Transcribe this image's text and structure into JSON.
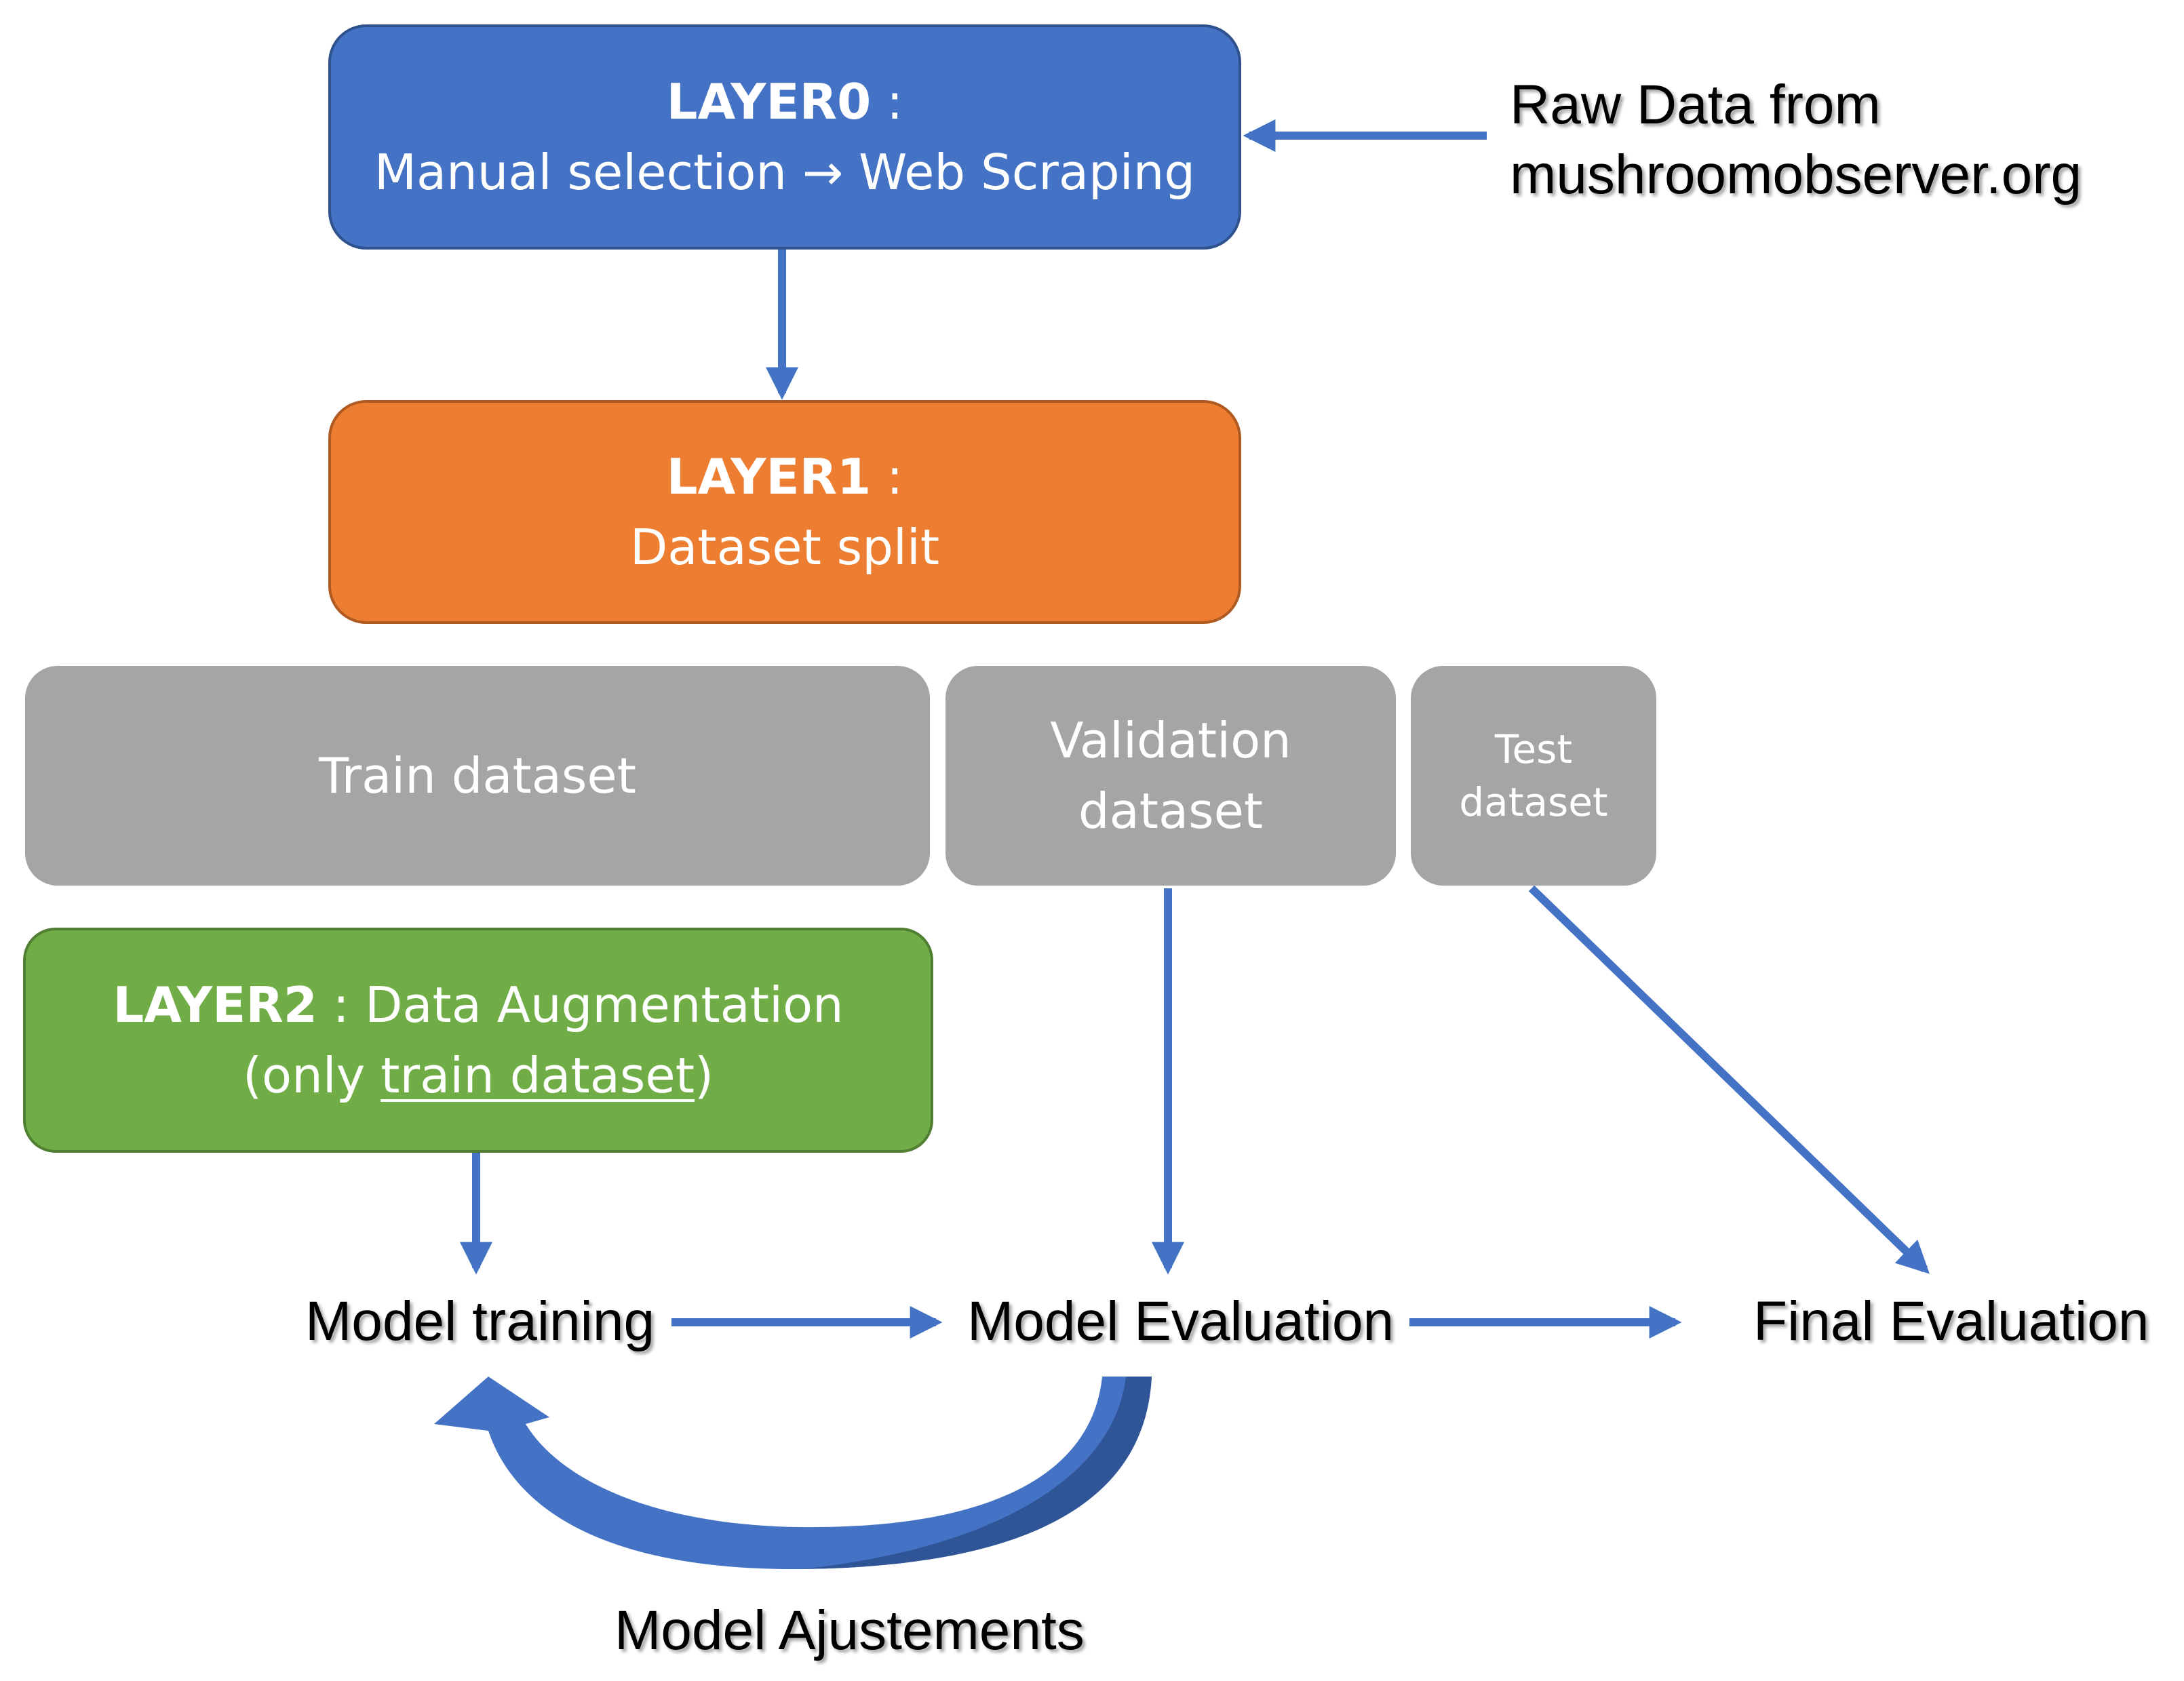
{
  "layer0": {
    "title": "LAYER0",
    "sep": " :",
    "text_before": "Manual selection ",
    "arrow": "→",
    "text_after": " Web Scraping"
  },
  "source": {
    "line1": "Raw Data from",
    "line2": "mushroomobserver.org"
  },
  "layer1": {
    "title": "LAYER1",
    "sep": " :",
    "text": "Dataset split"
  },
  "datasets": {
    "train": "Train dataset",
    "validation_line1": "Validation",
    "validation_line2": "dataset",
    "test_line1": "Test",
    "test_line2": "dataset"
  },
  "layer2": {
    "title": "LAYER2",
    "text": " : Data Augmentation",
    "paren_open": "(only ",
    "underlined": "train dataset",
    "paren_close": ")"
  },
  "steps": {
    "training": "Model training",
    "evaluation": "Model Evaluation",
    "final": "Final Evaluation",
    "adjustments": "Model Ajustements"
  },
  "colors": {
    "blue": "#4472c4",
    "orange": "#ed7d31",
    "gray": "#a5a5a5",
    "green": "#70ad47",
    "arrow": "#4472c4",
    "curve_shadow": "#2f5597"
  }
}
